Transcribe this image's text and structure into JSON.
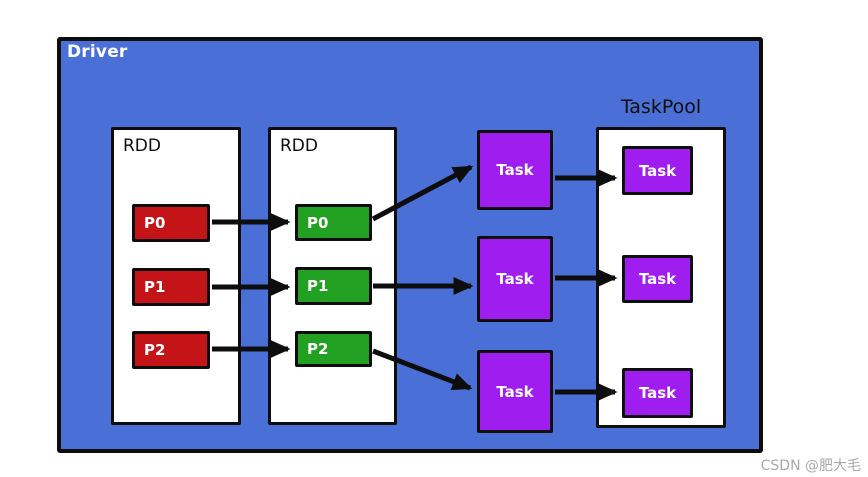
{
  "diagram": {
    "driver_label": "Driver",
    "rdds": [
      {
        "label": "RDD",
        "partitions": [
          "P0",
          "P1",
          "P2"
        ]
      },
      {
        "label": "RDD",
        "partitions": [
          "P0",
          "P1",
          "P2"
        ]
      }
    ],
    "scheduled_tasks": [
      "Task",
      "Task",
      "Task"
    ],
    "taskpool": {
      "label": "TaskPool",
      "tasks": [
        "Task",
        "Task",
        "Task"
      ]
    }
  },
  "watermark": "CSDN @肥大毛",
  "colors": {
    "driver_blue": "#4a70d8",
    "partition_red": "#c41417",
    "partition_green": "#22a022",
    "task_purple": "#a01df0",
    "outline_black": "#0d0d0d",
    "watermark_gray": "#a9a9a9"
  }
}
